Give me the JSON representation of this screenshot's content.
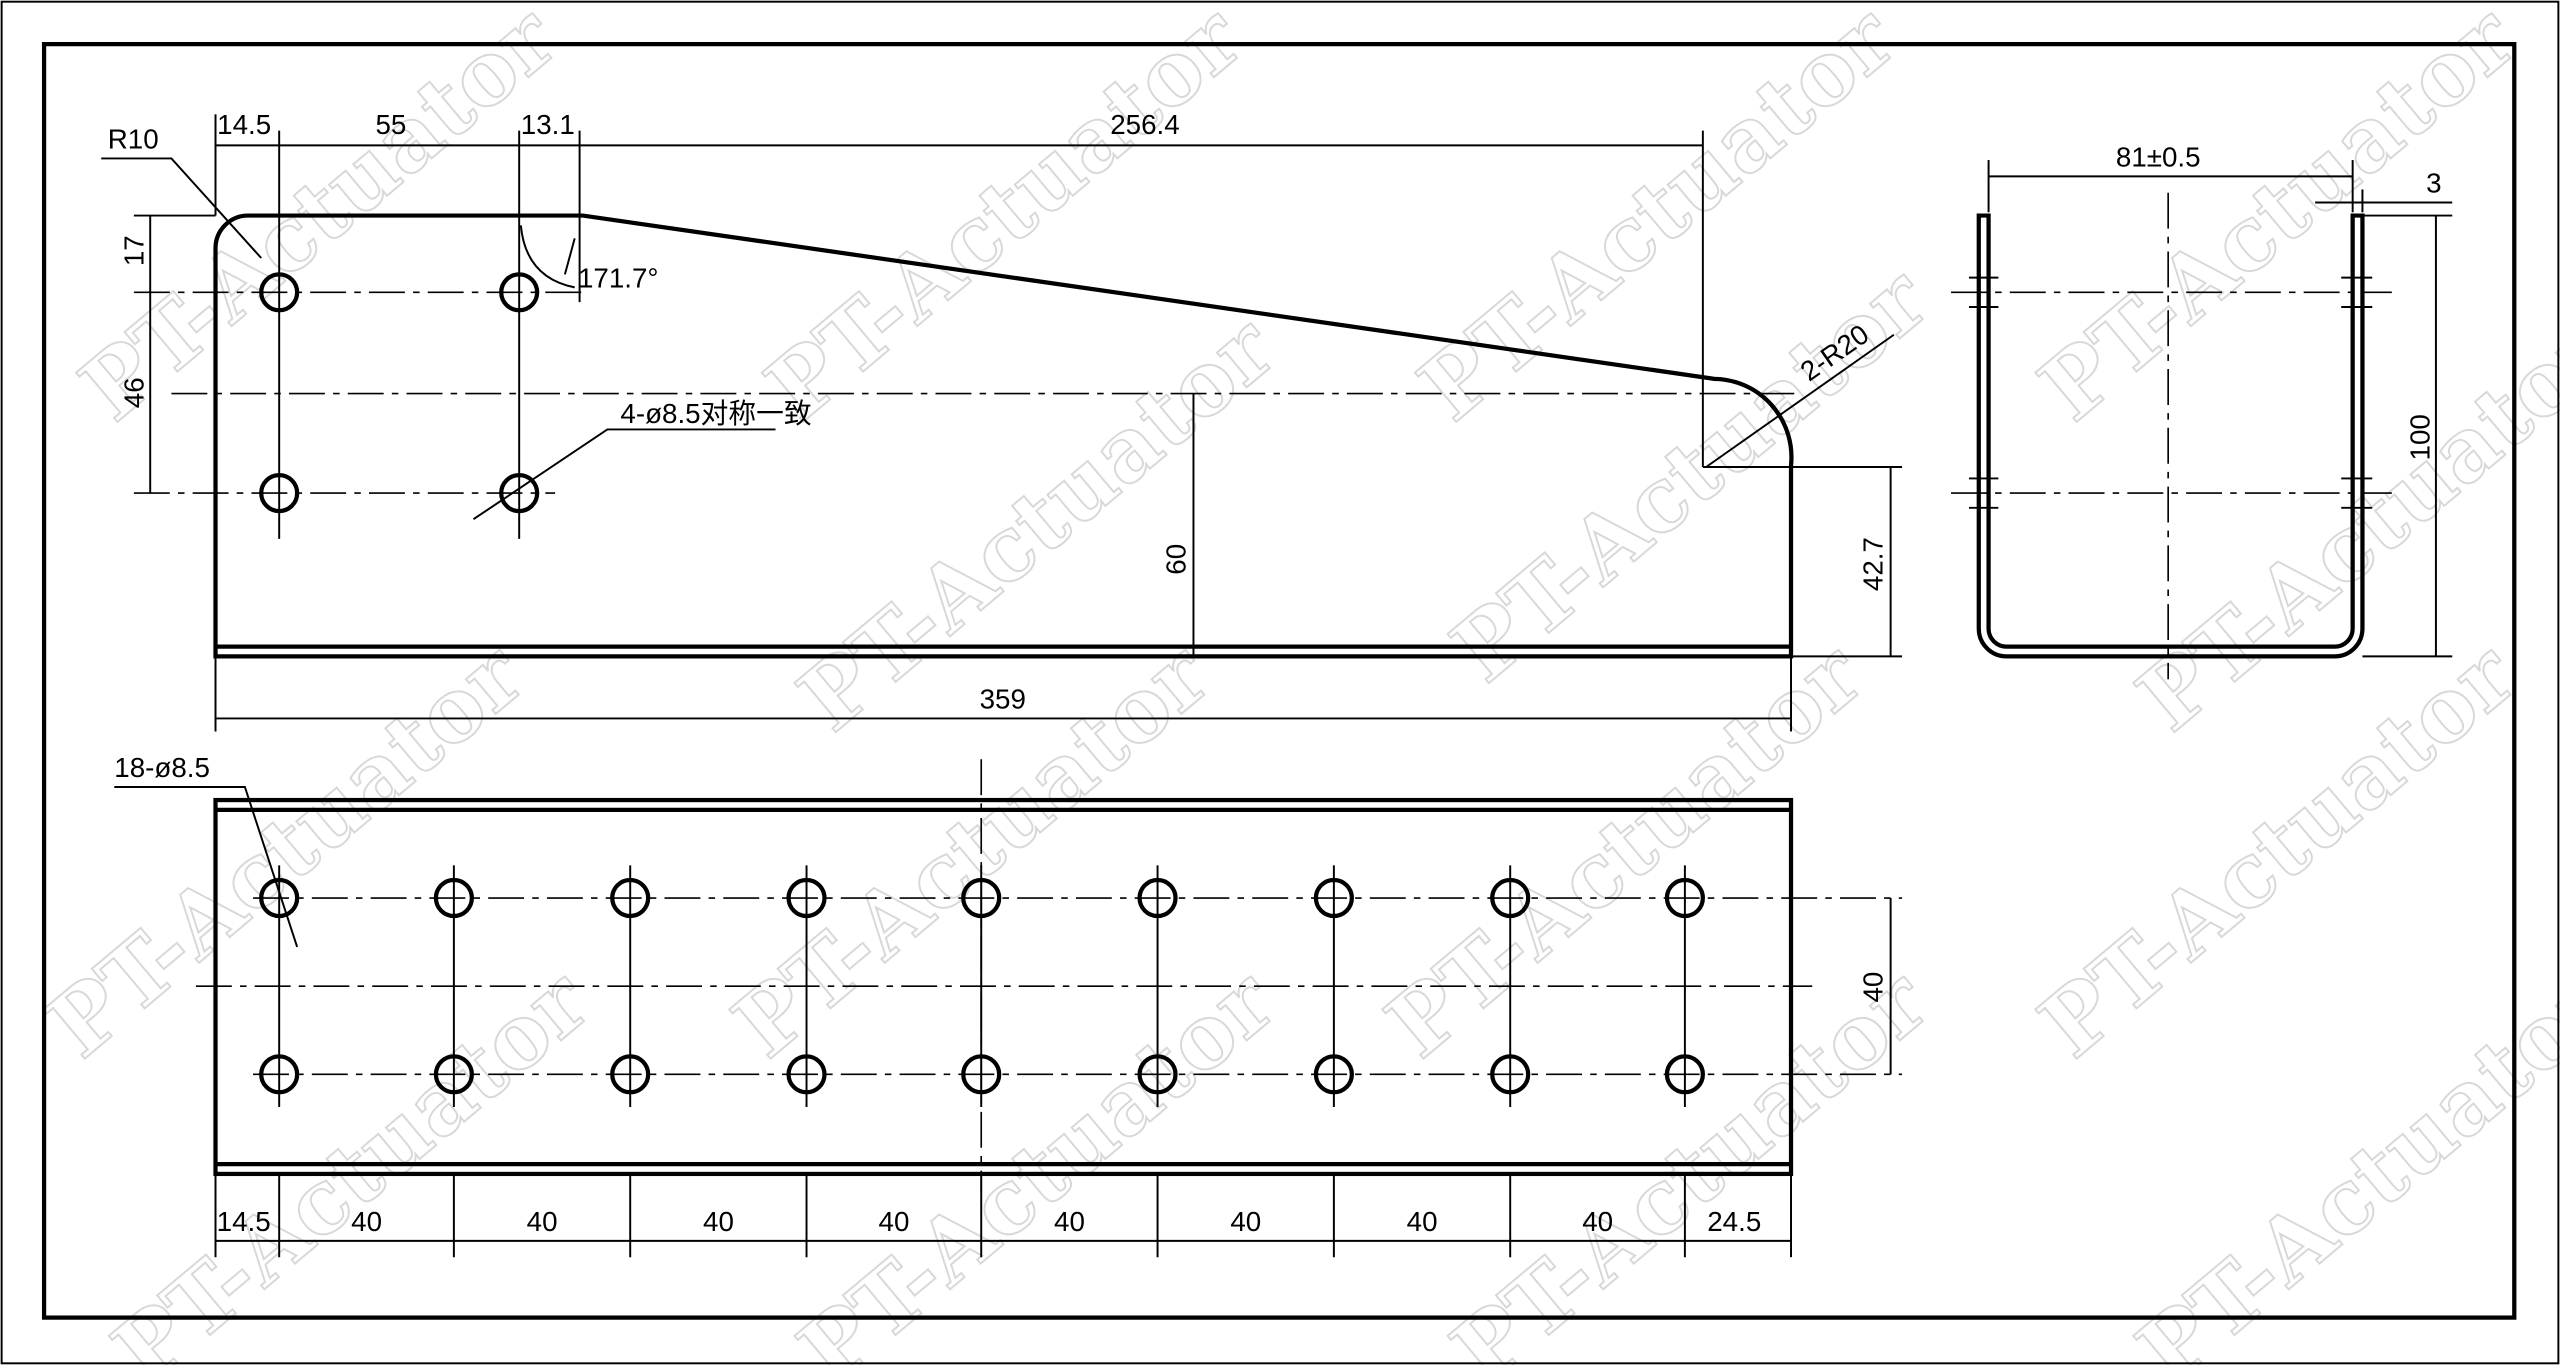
{
  "watermark": "PT-Actuator",
  "side_view": {
    "r10": "R10",
    "d14_5": "14.5",
    "d55": "55",
    "d13_1": "13.1",
    "d256_4": "256.4",
    "d17": "17",
    "d46": "46",
    "angle": "171.7°",
    "holes": "4-ø8.5对称一致",
    "r20": "2-R20",
    "d60": "60",
    "d42_7": "42.7",
    "d359": "359"
  },
  "bottom_view": {
    "holes": "18-ø8.5",
    "d40_right": "40",
    "chain": [
      "14.5",
      "40",
      "40",
      "40",
      "40",
      "40",
      "40",
      "40",
      "40",
      "24.5"
    ]
  },
  "end_view": {
    "width": "81±0.5",
    "thickness": "3",
    "height": "100"
  }
}
